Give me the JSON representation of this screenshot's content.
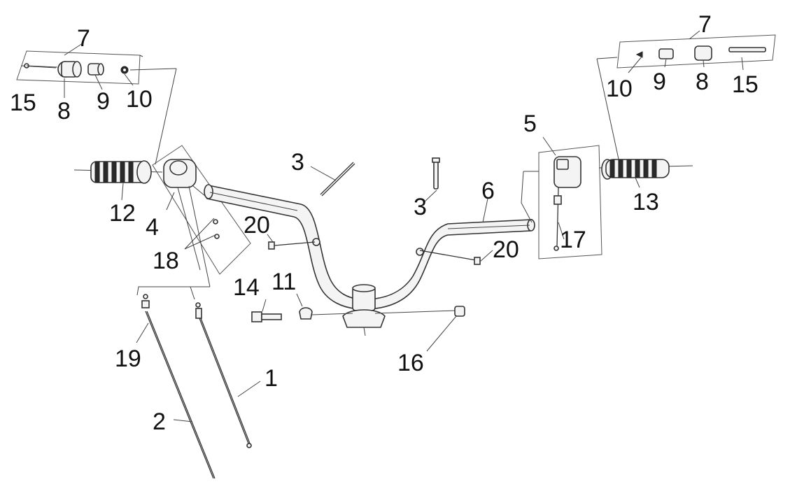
{
  "labels": {
    "l1": "1",
    "l2": "2",
    "l3a": "3",
    "l3b": "3",
    "l4": "4",
    "l5": "5",
    "l6": "6",
    "l7a": "7",
    "l7b": "7",
    "l8a": "8",
    "l8b": "8",
    "l9a": "9",
    "l9b": "9",
    "l10a": "10",
    "l10b": "10",
    "l11": "11",
    "l12": "12",
    "l13": "13",
    "l14": "14",
    "l15a": "15",
    "l15b": "15",
    "l16": "16",
    "l17": "17",
    "l18": "18",
    "l19": "19",
    "l20a": "20",
    "l20b": "20"
  }
}
